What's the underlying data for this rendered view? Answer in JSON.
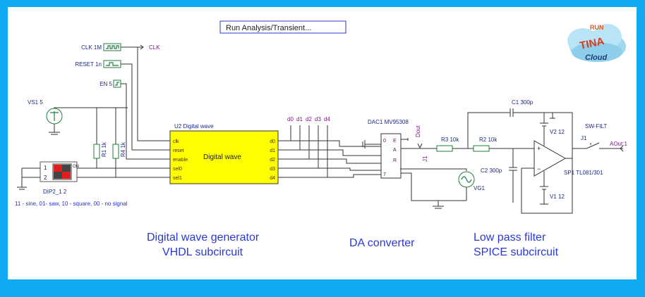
{
  "toolbar": {
    "run_button": "Run Analysis/Transient..."
  },
  "logo": {
    "line1": "RUN",
    "line2": "TINA",
    "line3": "Cloud"
  },
  "sources": {
    "clk": "CLK 1M",
    "reset": "RESET 1n",
    "en": "EN 5",
    "clk_net": "CLK",
    "vs1": "VS1 5",
    "vg1": "VG1",
    "v1": "V1 12",
    "v2": "V2 12"
  },
  "components": {
    "r1": "R1 1k",
    "r4": "R4 1k",
    "r3": "R3 10k",
    "r2": "R2 10k",
    "c1": "C1 300p",
    "c2": "C2 300p",
    "dip": "DIP2_1 2",
    "dip_on": "ON",
    "dip_pin1": "1",
    "dip_pin2": "2",
    "u2_title": "U2 Digital wave",
    "u2_body": "Digital wave",
    "dac": "DAC1 MV95308",
    "opamp": "SP1 TL081/301",
    "sw": "SW-FILT",
    "j1": "J1",
    "aout": "AOut:1",
    "dout": "Dout",
    "j1b": "J1"
  },
  "u2_pins_left": [
    "clk",
    "reset",
    "enable",
    "sel0",
    "sel1"
  ],
  "u2_pins_right": [
    "d0",
    "d1",
    "d2",
    "d3",
    "d4"
  ],
  "dac_pins": {
    "p0": "0",
    "pE": "E",
    "pA": "A",
    "pR": "R",
    "p7": "7"
  },
  "bus_labels": [
    "d0",
    "d1",
    "d2",
    "d3",
    "d4"
  ],
  "notes": {
    "dip_legend": "11 - sine, 01- saw, 10 - square, 00 - no signal"
  },
  "captions": {
    "gen_line1": "Digital wave generator",
    "gen_line2": "VHDL subcircuit",
    "da": "DA converter",
    "lp_line1": "Low pass filter",
    "lp_line2": "SPICE subcircuit"
  },
  "colors": {
    "frame": "#10aaf2",
    "block": "#ffff00",
    "wire": "#333333",
    "accent": "#2a39d6"
  }
}
